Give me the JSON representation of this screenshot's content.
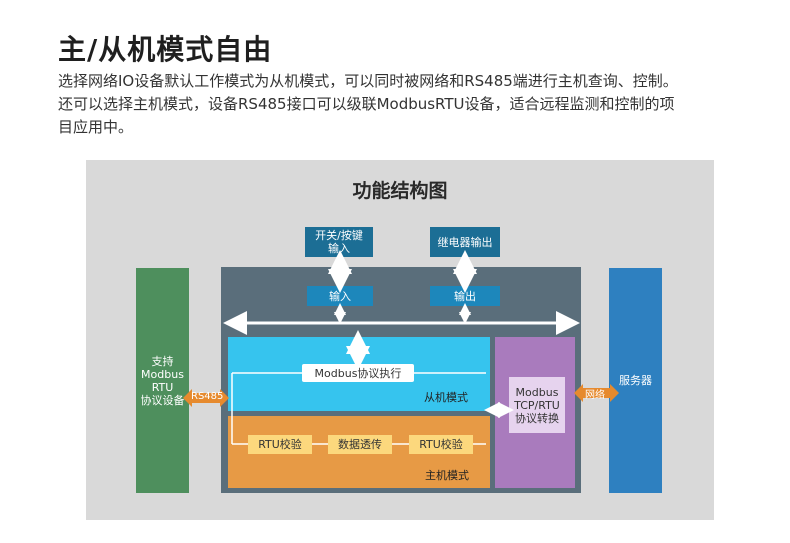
{
  "header": {
    "title": "主/从机模式自由",
    "desc_line1": "选择网络IO设备默认工作模式为从机模式，可以同时被网络和RS485端进行主机查询、控制。",
    "desc_line2": "还可以选择主机模式，设备RS485接口可以级联ModbusRTU设备，适合远程监测和控制的项",
    "desc_line3": "目应用中。"
  },
  "diagram": {
    "title": "功能结构图",
    "switch_input_l1": "开关/按键",
    "switch_input_l2": "输入",
    "relay_output": "继电器输出",
    "input": "输入",
    "output": "输出",
    "modbus_exec": "Modbus协议执行",
    "slave_mode": "从机模式",
    "rtu_check_1": "RTU校验",
    "data_passthrough": "数据透传",
    "rtu_check_2": "RTU校验",
    "master_mode": "主机模式",
    "conv_l1": "Modbus",
    "conv_l2": "TCP/RTU",
    "conv_l3": "协议转换",
    "device_l1": "支持",
    "device_l2": "Modbus",
    "device_l3": "RTU",
    "device_l4": "协议设备",
    "rs485": "RS485",
    "network": "网络",
    "server": "服务器"
  },
  "colors": {
    "core": "#5a6e7b",
    "slave": "#36c4ee",
    "master": "#e79a45",
    "converter": "#a97bbd",
    "device": "#4e8f5d",
    "server": "#2e80c0",
    "tag": "#e68a2e"
  }
}
